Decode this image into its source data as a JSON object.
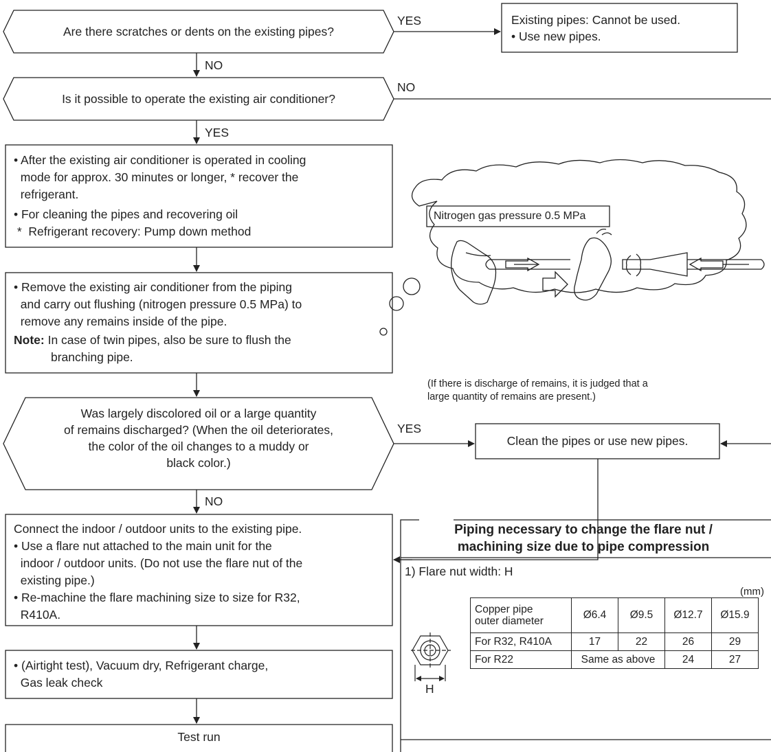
{
  "q1": {
    "text": "Are there scratches or dents on the existing pipes?",
    "yes": "YES",
    "no": "NO"
  },
  "r1": {
    "line1": "Existing pipes: Cannot be used.",
    "line2": "• Use new pipes."
  },
  "q2": {
    "text": "Is it possible to operate the existing air conditioner?",
    "yes": "YES",
    "no": "NO"
  },
  "b1": {
    "lines": [
      "• After the existing air conditioner is operated in cooling",
      "  mode for approx. 30 minutes or longer, * recover the",
      "  refrigerant.",
      "• For cleaning the pipes and recovering oil",
      " *  Refrigerant recovery: Pump down method"
    ]
  },
  "b2": {
    "lines": [
      "• Remove the existing air conditioner from the piping",
      "  and carry out flushing (nitrogen pressure 0.5 MPa) to",
      "  remove any remains inside of the pipe."
    ],
    "note_label": "Note:",
    "note_line1": " In case of twin pipes, also be sure to flush the",
    "note_line2": "branching pipe."
  },
  "cloud": {
    "label": "Nitrogen gas pressure 0.5 MPa"
  },
  "remains_note": {
    "line1": "(If there is discharge of remains, it is judged that a",
    "line2": "large quantity of remains are present.)"
  },
  "q3": {
    "lines": [
      "Was largely discolored oil or a large quantity",
      "of remains discharged? (When the oil deteriorates,",
      "the color of the oil changes to a muddy or",
      "black color.)"
    ],
    "yes": "YES",
    "no": "NO"
  },
  "r3": {
    "text": "Clean the pipes or use new pipes."
  },
  "b3": {
    "lines": [
      "Connect the indoor / outdoor units to the existing pipe.",
      "• Use a flare nut attached to the main unit for the",
      "  indoor / outdoor units. (Do not use the flare nut of the",
      "  existing pipe.)",
      "• Re-machine the flare machining size to size for R32,",
      "  R410A."
    ]
  },
  "b4": {
    "line1": "• (Airtight test), Vacuum dry, Refrigerant charge,",
    "line2": "  Gas leak check"
  },
  "b5": {
    "text": "Test run"
  },
  "panel": {
    "title1": "Piping necessary to change the flare nut /",
    "title2": "machining size due to pipe compression",
    "subtitle": "1) Flare nut width: H",
    "unit": "(mm)",
    "dim_label": "H",
    "table": {
      "header_label1": "Copper pipe",
      "header_label2": "outer diameter",
      "sizes": [
        "Ø6.4",
        "Ø9.5",
        "Ø12.7",
        "Ø15.9"
      ],
      "row1_label": "For R32, R410A",
      "row1": [
        "17",
        "22",
        "26",
        "29"
      ],
      "row2_label": "For R22",
      "row2_same": "Same as above",
      "row2": [
        "24",
        "27"
      ]
    }
  }
}
